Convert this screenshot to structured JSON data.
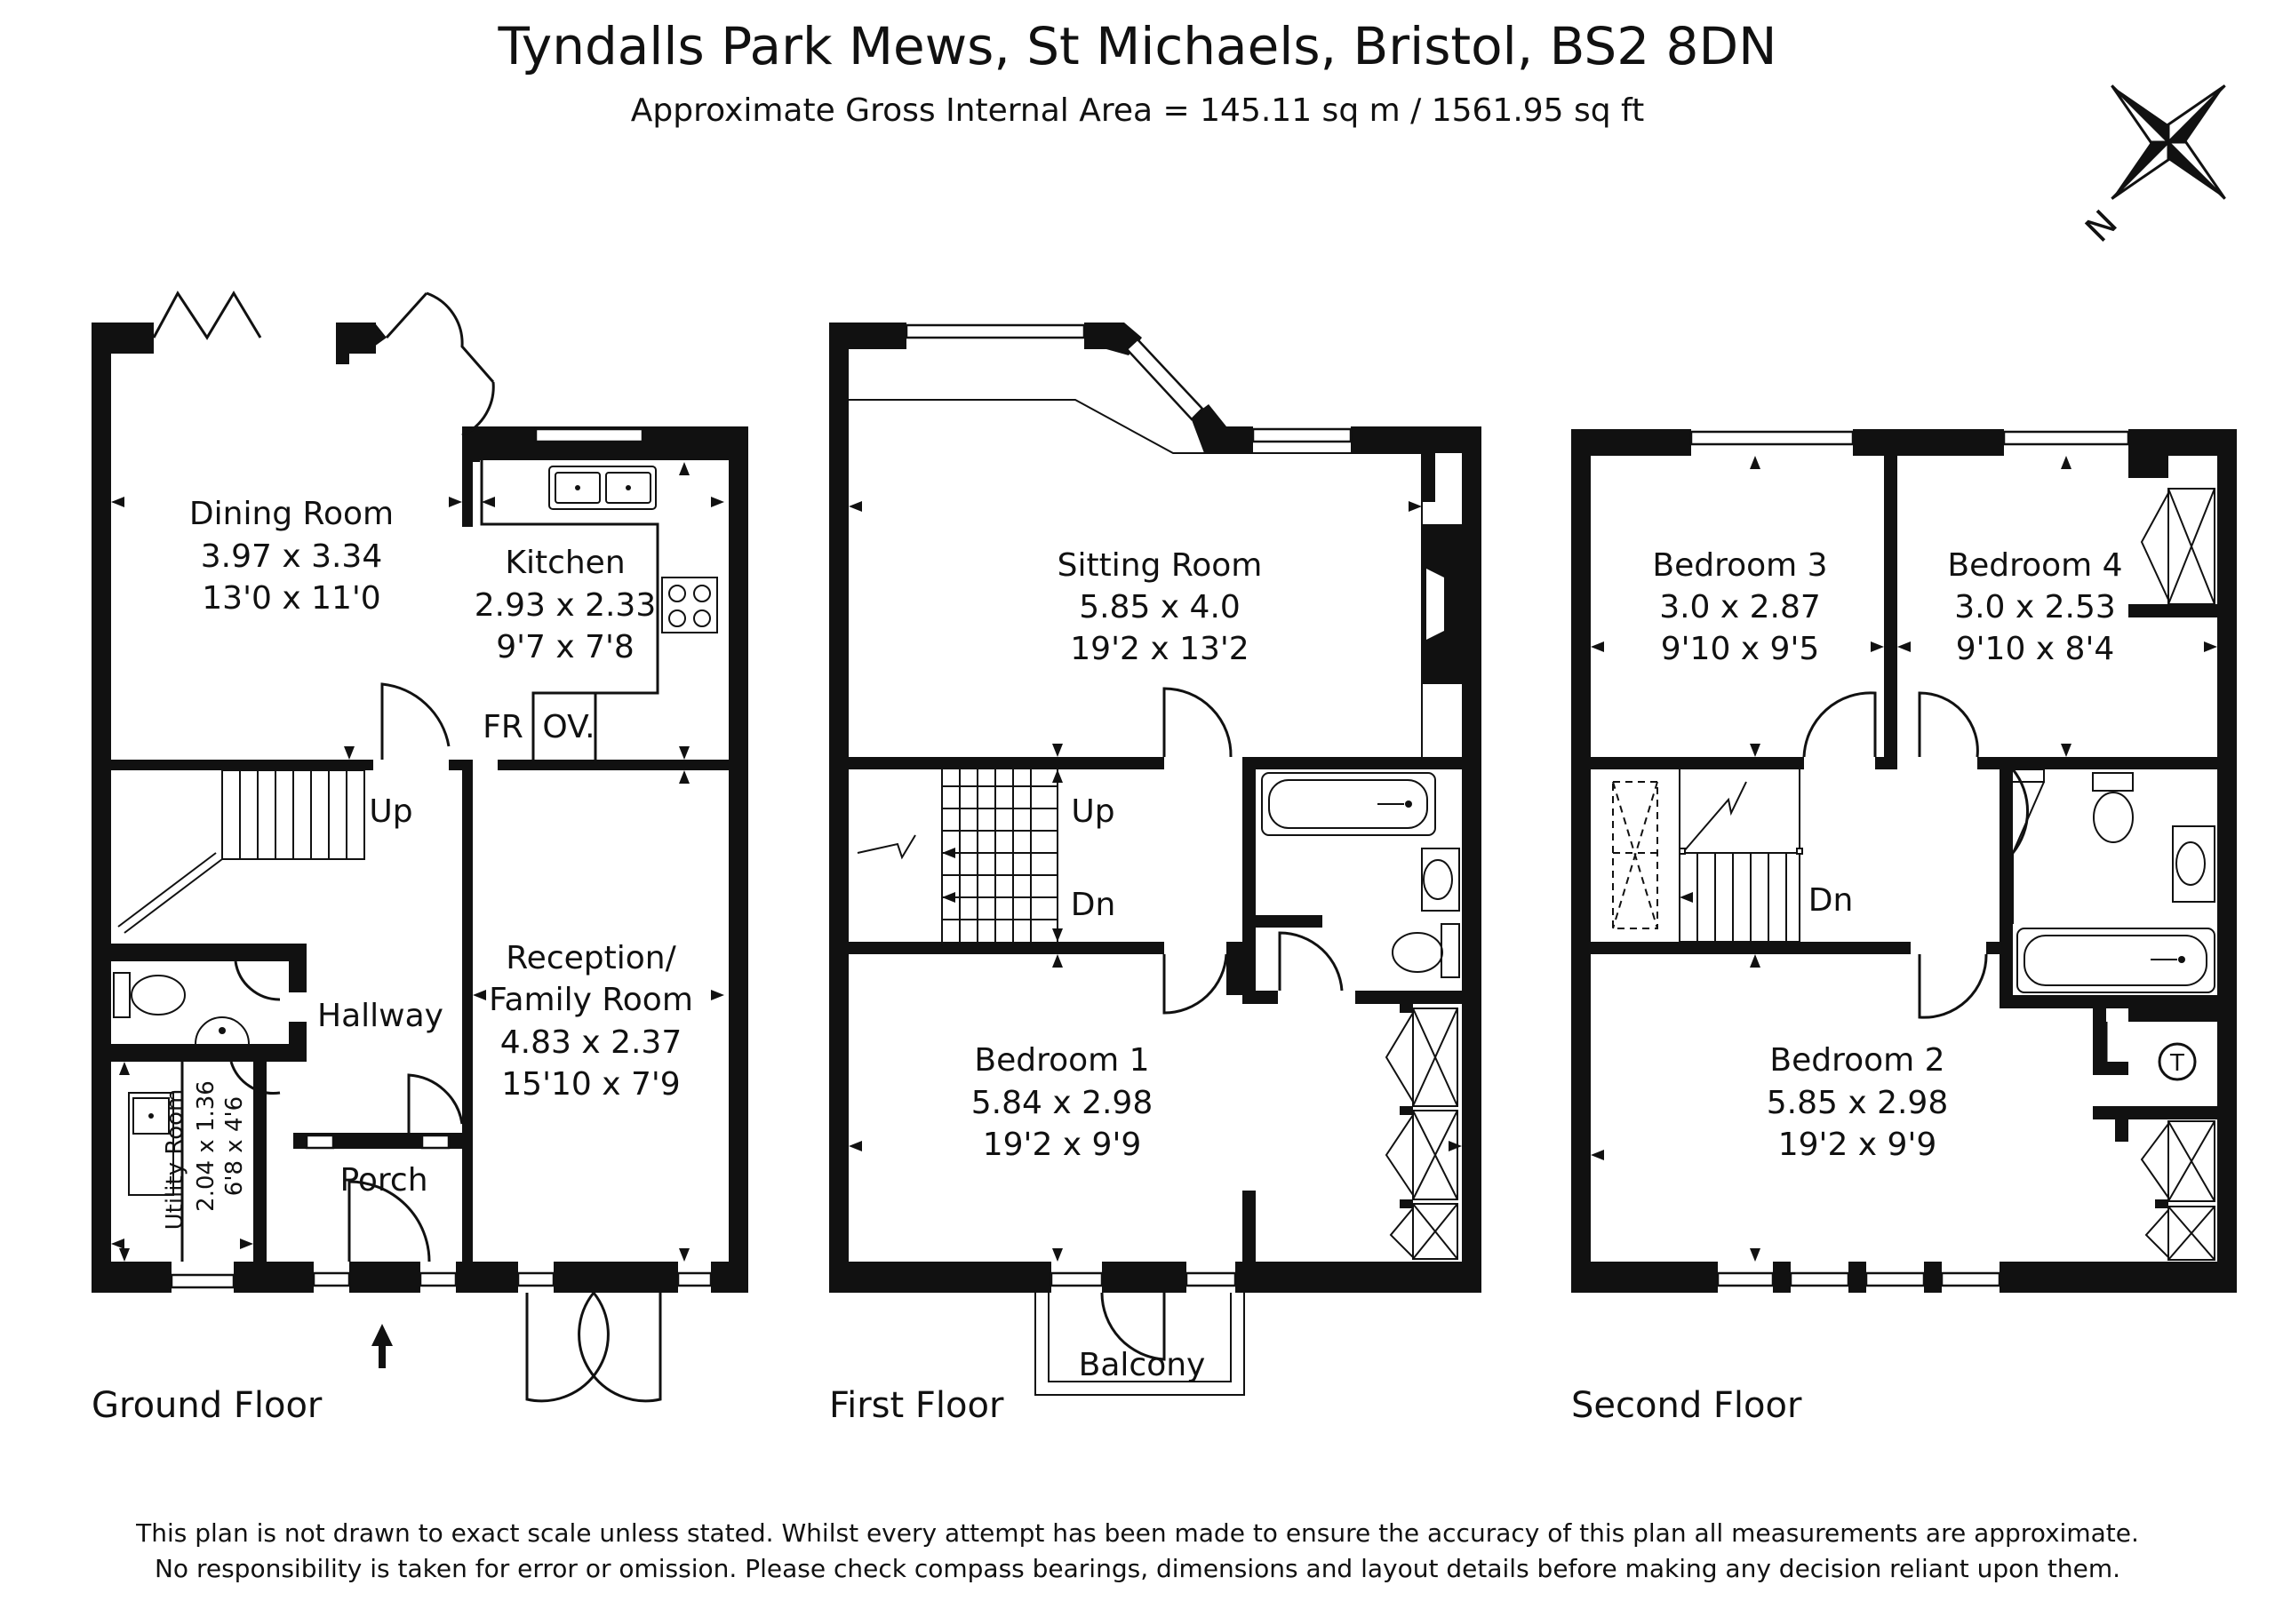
{
  "header": {
    "title": "Tyndalls Park Mews, St Michaels, Bristol, BS2 8DN",
    "subtitle": "Approximate Gross Internal Area = 145.11 sq m / 1561.95 sq ft"
  },
  "compass": {
    "north_label": "N"
  },
  "floors": {
    "ground": {
      "label": "Ground Floor",
      "dining": {
        "name": "Dining Room",
        "metric": "3.97 x 3.34",
        "imperial": "13'0 x 11'0"
      },
      "kitchen": {
        "name": "Kitchen",
        "metric": "2.93 x 2.33",
        "imperial": "9'7 x 7'8",
        "fr": "FR",
        "ov": "OV."
      },
      "reception": {
        "name1": "Reception/",
        "name2": "Family Room",
        "metric": "4.83 x 2.37",
        "imperial": "15'10 x 7'9"
      },
      "hallway": "Hallway",
      "porch": "Porch",
      "utility": {
        "name": "Utility Room",
        "metric": "2.04 x 1.36",
        "imperial": "6'8 x 4'6"
      },
      "stairs_up": "Up"
    },
    "first": {
      "label": "First Floor",
      "sitting": {
        "name": "Sitting Room",
        "metric": "5.85 x 4.0",
        "imperial": "19'2 x 13'2"
      },
      "bedroom1": {
        "name": "Bedroom 1",
        "metric": "5.84 x 2.98",
        "imperial": "19'2 x 9'9"
      },
      "balcony": "Balcony",
      "stairs_up": "Up",
      "stairs_down": "Dn"
    },
    "second": {
      "label": "Second Floor",
      "bedroom3": {
        "name": "Bedroom 3",
        "metric": "3.0 x 2.87",
        "imperial": "9'10 x 9'5"
      },
      "bedroom4": {
        "name": "Bedroom 4",
        "metric": "3.0 x 2.53",
        "imperial": "9'10 x 8'4"
      },
      "bedroom2": {
        "name": "Bedroom 2",
        "metric": "5.85 x 2.98",
        "imperial": "19'2 x 9'9"
      },
      "tank": "T",
      "stairs_down": "Dn"
    }
  },
  "disclaimer": {
    "line1": "This plan is not drawn to exact scale unless stated.  Whilst every attempt has been made to ensure the accuracy of this plan all measurements are approximate.",
    "line2": "No responsibility is taken for error or omission.  Please check compass bearings, dimensions and layout details before making any decision reliant upon them."
  }
}
